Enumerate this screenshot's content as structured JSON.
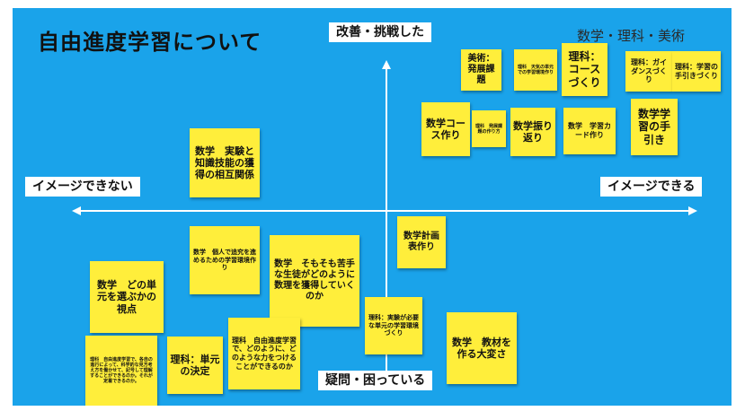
{
  "title": "自由進度学習について",
  "subjects": "数学・理科・美術",
  "axes": {
    "top": "改善・挑戦した",
    "bottom": "疑問・困っている",
    "left": "イメージできない",
    "right": "イメージできる"
  },
  "notes": [
    "美術：発展課題",
    "理科　天気の単元での学習環境作り",
    "理科：コースづくり",
    "理科：ガイダンスづくり",
    "理科：学習の手引きづくり",
    "数学コース作り",
    "理科　発展課題の作り方",
    "数学振り返り",
    "数学　学習カード作り",
    "数学学習の手引き",
    "数学　実験と知識技能の獲得の相互関係",
    "数学計画表作り",
    "数学　個人で追究を進めるための学習環境作り",
    "数学　そもそも苦手な生徒がどのように数理を獲得していくのか",
    "数学　どの単元を選ぶかの視点",
    "理科：実験が必要な単元の学習環境づくり",
    "数学　教材を作る大変さ",
    "理科　自由進度学習で、各自の進行によって、科学的な見方考え方を働かせて、記号して理解することができるのか。それが定着できるのか。",
    "理科：単元の決定",
    "理科　自由進度学習で、どのように、どのような力をつけることができるのか"
  ]
}
